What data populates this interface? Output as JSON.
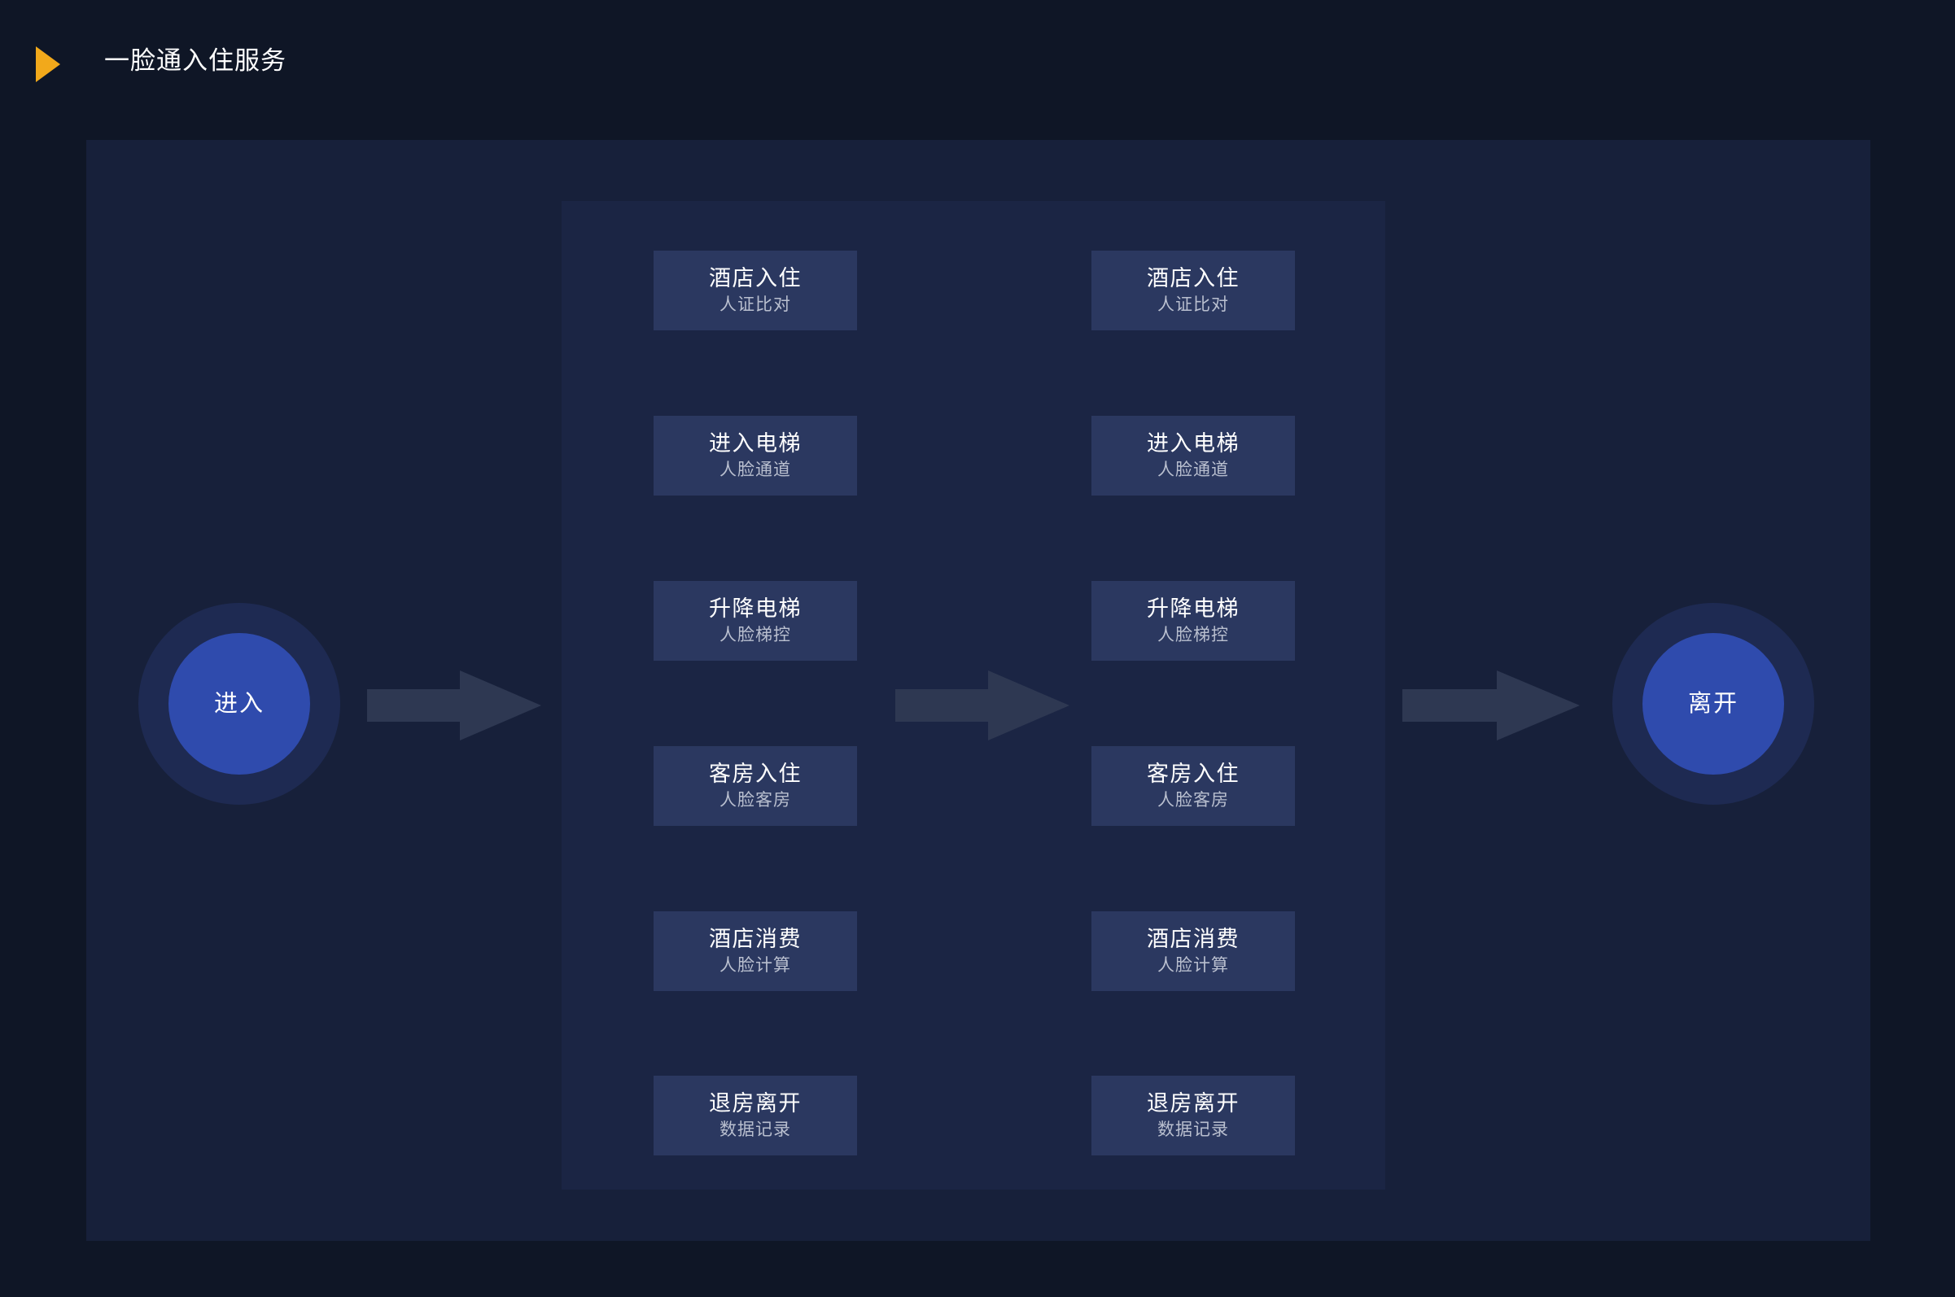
{
  "header": {
    "icon": "play-triangle-icon",
    "title": "一脸通入住服务",
    "accent_color": "#f2a91b"
  },
  "colors": {
    "page_background": "#0f1626",
    "outer_panel": "#17203a",
    "inner_panel": "#1b2544",
    "process_box": "#2b3860",
    "circle_ring": "#1e2a52",
    "circle_core": "#2f4bad",
    "arrow": "#2e3852",
    "title_text": "#ffffff",
    "sub_text": "#b9bfcf"
  },
  "flow": {
    "start_node": {
      "label": "进入"
    },
    "end_node": {
      "label": "离开"
    },
    "arrows": [
      {
        "name": "arrow-start-to-stage",
        "direction": "right"
      },
      {
        "name": "arrow-stage-to-stage",
        "direction": "right"
      },
      {
        "name": "arrow-stage-to-end",
        "direction": "right"
      }
    ],
    "columns": [
      {
        "name": "left-column",
        "steps": [
          {
            "title": "酒店入住",
            "sub": "人证比对"
          },
          {
            "title": "进入电梯",
            "sub": "人脸通道"
          },
          {
            "title": "升降电梯",
            "sub": "人脸梯控"
          },
          {
            "title": "客房入住",
            "sub": "人脸客房"
          },
          {
            "title": "酒店消费",
            "sub": "人脸计算"
          },
          {
            "title": "退房离开",
            "sub": "数据记录"
          }
        ]
      },
      {
        "name": "right-column",
        "steps": [
          {
            "title": "酒店入住",
            "sub": "人证比对"
          },
          {
            "title": "进入电梯",
            "sub": "人脸通道"
          },
          {
            "title": "升降电梯",
            "sub": "人脸梯控"
          },
          {
            "title": "客房入住",
            "sub": "人脸客房"
          },
          {
            "title": "酒店消费",
            "sub": "人脸计算"
          },
          {
            "title": "退房离开",
            "sub": "数据记录"
          }
        ]
      }
    ]
  }
}
